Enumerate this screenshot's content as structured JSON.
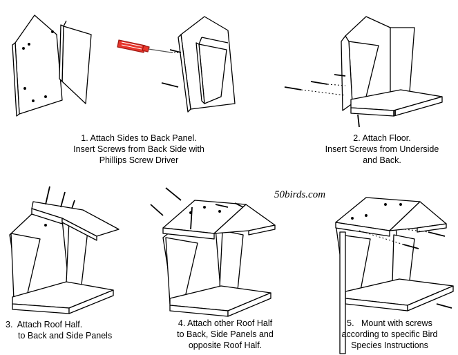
{
  "watermark": "50birds.com",
  "steps": [
    {
      "number": "1.",
      "lines": [
        "Attach Sides to Back Panel.",
        "Insert Screws from Back Side with",
        "Phillips Screw Driver"
      ]
    },
    {
      "number": "2.",
      "lines": [
        "Attach Floor.",
        "Insert Screws from Underside",
        "and Back."
      ]
    },
    {
      "number": "3.",
      "lines": [
        "Attach Roof Half.",
        "to Back and Side Panels"
      ]
    },
    {
      "number": "4.",
      "lines": [
        "Attach other Roof Half",
        "to Back, Side Panels and",
        "opposite Roof Half."
      ]
    },
    {
      "number": "5.",
      "lines": [
        "Mount with screws",
        "according to specific Bird",
        "Species Instructions"
      ]
    }
  ],
  "colors": {
    "line": "#000000",
    "screwdriver": "#e8352a",
    "fill": "#ffffff"
  }
}
